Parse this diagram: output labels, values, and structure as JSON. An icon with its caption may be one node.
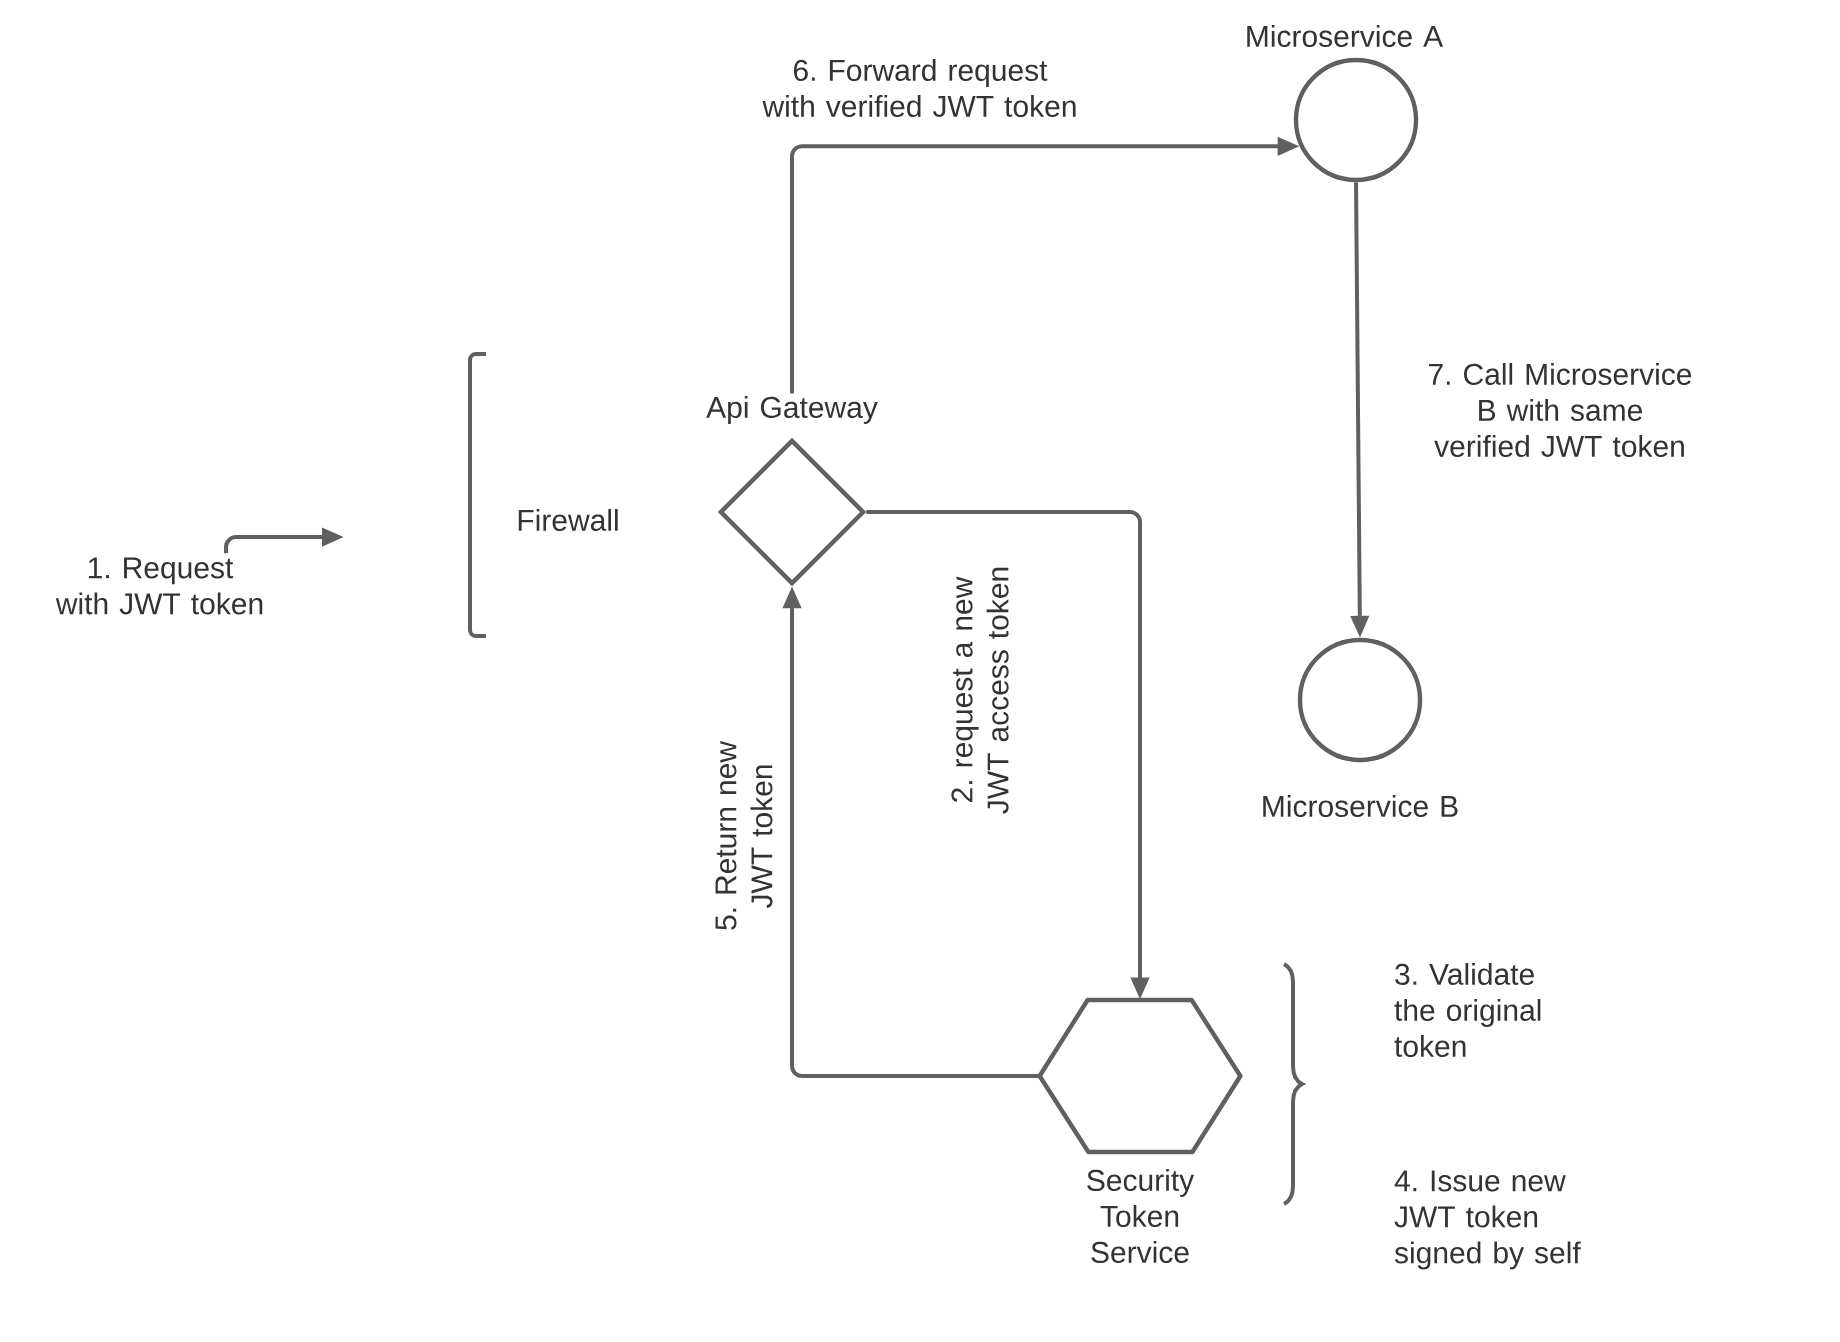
{
  "diagram": {
    "nodes": [
      {
        "text": [
          "Api Gateway"
        ]
      },
      {
        "text": [
          "Microservice A"
        ]
      },
      {
        "text": [
          "Microservice B"
        ]
      },
      {
        "text": [
          "Security Token Service"
        ]
      },
      {
        "text": [
          "1. Request with JWT token"
        ]
      }
    ],
    "edges": [
      {
        "from": 4,
        "to": null,
        "arrow": "to"
      },
      {
        "from": 0,
        "to": 3,
        "arrow": "to",
        "label": "2. request a new JWT access token"
      },
      {
        "from": 3,
        "to": 0,
        "arrow": "to",
        "label": "5. Return new JWT token"
      },
      {
        "from": 0,
        "to": 1,
        "arrow": "to",
        "label": "6. Forward request with verified JWT token"
      },
      {
        "from": 1,
        "to": 2,
        "arrow": "to",
        "label": "7. Call Microservice B with same verified JWT token"
      }
    ],
    "labels": [
      "Firewall",
      "3. Validate the original token",
      "4. Issue new JWT token signed by self"
    ]
  }
}
